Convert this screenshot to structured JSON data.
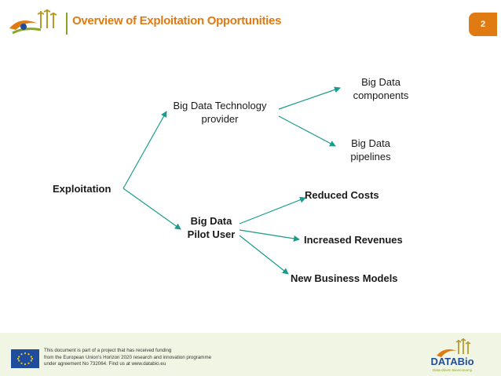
{
  "header": {
    "title": "Overview of Exploitation Opportunities",
    "page_number": "2",
    "accent_color": "#e07a12",
    "brand_green": "#8aa62a"
  },
  "diagram": {
    "arrow_color": "#1a9b8c",
    "root": "Exploitation",
    "technology_provider": [
      "Big Data Technology",
      "provider"
    ],
    "big_data_components": [
      "Big Data",
      "components"
    ],
    "big_data_pipelines": [
      "Big Data",
      "pipelines"
    ],
    "pilot_user": [
      "Big Data",
      "Pilot User"
    ],
    "reduced_costs": "Reduced Costs",
    "increased_revenues": "Increased Revenues",
    "new_business_models": "New Business Models"
  },
  "footer": {
    "funding_lines": [
      "This document is part of a project that has received funding",
      "from the European Union's Horizon 2020 research and innovation programme",
      "under agreement No 732064. Find us at www.databio.eu"
    ],
    "logo_text": "DATABio",
    "logo_tagline": "Data-driven Bioeconomy",
    "eu_flag_icon": "eu-flag-icon"
  }
}
